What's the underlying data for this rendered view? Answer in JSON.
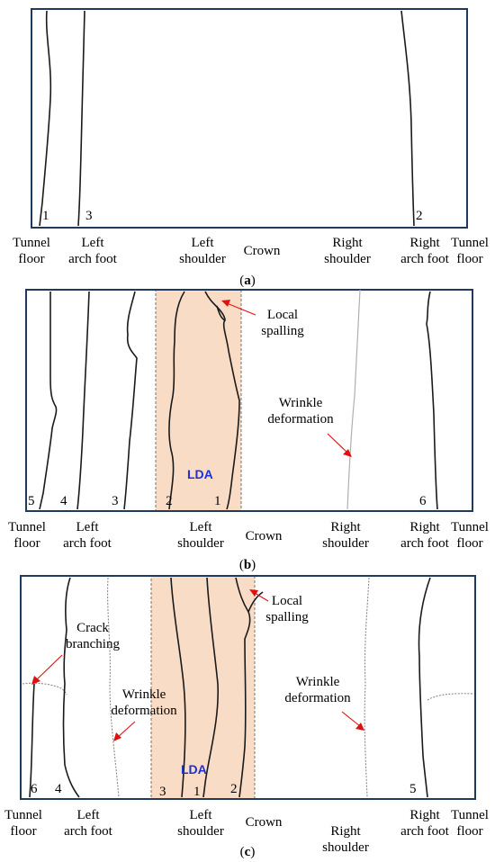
{
  "panels": [
    {
      "caption_letter": "a",
      "numbers": [
        "1",
        "3",
        "2"
      ],
      "position_labels": [
        [
          "Tunnel",
          "floor"
        ],
        [
          "Left",
          "arch foot"
        ],
        [
          "Left",
          "shoulder"
        ],
        [
          "Crown"
        ],
        [
          "Right",
          "shoulder"
        ],
        [
          "Right",
          "arch foot"
        ],
        [
          "Tunnel",
          "floor"
        ]
      ]
    },
    {
      "caption_letter": "b",
      "zone_label": "LDA",
      "numbers": [
        "5",
        "4",
        "3",
        "2",
        "1",
        "6"
      ],
      "annotations": [
        [
          "Local",
          "spalling"
        ],
        [
          "Wrinkle",
          "deformation"
        ]
      ],
      "position_labels": [
        [
          "Tunnel",
          "floor"
        ],
        [
          "Left",
          "arch foot"
        ],
        [
          "Left",
          "shoulder"
        ],
        [
          "Crown"
        ],
        [
          "Right",
          "shoulder"
        ],
        [
          "Right",
          "arch foot"
        ],
        [
          "Tunnel",
          "floor"
        ]
      ]
    },
    {
      "caption_letter": "c",
      "zone_label": "LDA",
      "numbers": [
        "6",
        "4",
        "3",
        "1",
        "2",
        "5"
      ],
      "annotations": [
        [
          "Crack",
          "branching"
        ],
        [
          "Local",
          "spalling"
        ],
        [
          "Wrinkle",
          "deformation"
        ],
        [
          "Wrinkle",
          "deformation"
        ]
      ],
      "position_labels": [
        [
          "Tunnel",
          "floor"
        ],
        [
          "Left",
          "arch foot"
        ],
        [
          "Left",
          "shoulder"
        ],
        [
          "Crown"
        ],
        [
          "Right",
          "shoulder"
        ],
        [
          "Right",
          "arch foot"
        ],
        [
          "Tunnel",
          "floor"
        ]
      ]
    }
  ],
  "colors": {
    "frame": "#1f3a5a",
    "zone_fill": "#f8dcc6",
    "lda_text": "#1f2fd6",
    "arrow": "#e01010"
  }
}
